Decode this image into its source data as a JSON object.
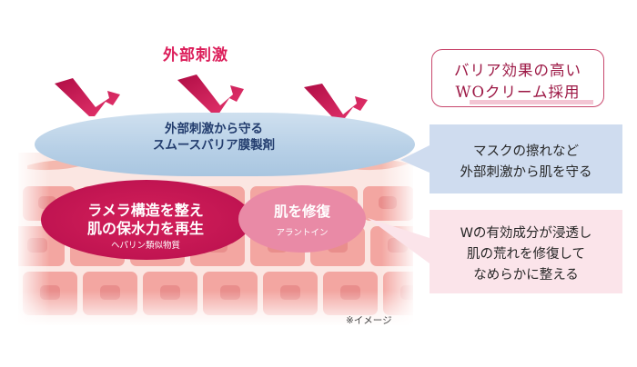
{
  "stimulus": {
    "title": "外部刺激"
  },
  "barrier": {
    "line1": "外部刺激から守る",
    "line2": "スムースバリア膜製剤"
  },
  "lamella": {
    "line1": "ラメラ構造を整え",
    "line2": "肌の保水力を再生",
    "ingredient": "ヘパリン類似物質"
  },
  "repair": {
    "title": "肌を修復",
    "ingredient": "アラントイン"
  },
  "note": "※イメージ",
  "badge": {
    "line1": "バリア効果の高い",
    "line2": "WOクリーム採用"
  },
  "callout_blue": {
    "line1": "マスクの擦れなど",
    "line2": "外部刺激から肌を守る"
  },
  "callout_pink": {
    "line1": "Wの有効成分が浸透し",
    "line2": "肌の荒れを修復して",
    "line3": "なめらかに整える"
  },
  "colors": {
    "accent_magenta": "#dc1f5b",
    "barrier_blue": "#b6cfe6",
    "callout_blue_bg": "#cfdcef",
    "callout_pink_bg": "#fbe4ea",
    "badge_text": "#9c1744"
  },
  "icons": {
    "arrows": "jagged-down-up-arrow-icon"
  }
}
